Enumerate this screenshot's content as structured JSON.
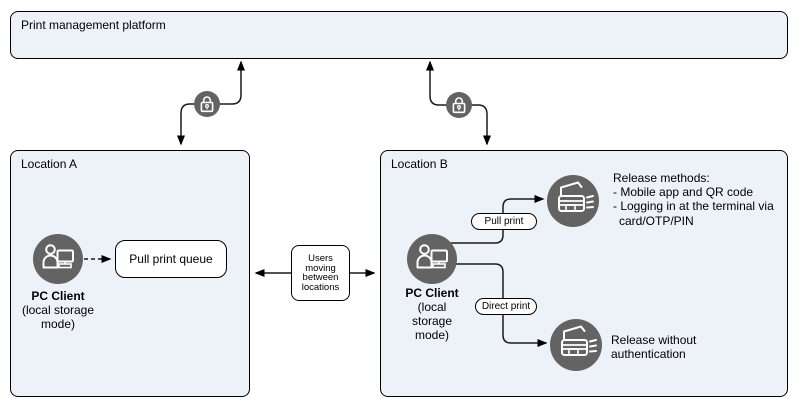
{
  "colors": {
    "canvas-bg": "#ffffff",
    "box-fill": "#edf2f8",
    "box-border": "#000000",
    "icon-circle": "#636363",
    "icon-glyph": "#ffffff",
    "connector": "#1a1a1a",
    "text": "#000000"
  },
  "platform": {
    "label": "Print management platform"
  },
  "location_a": {
    "title": "Location A",
    "pc_client": {
      "name": "PC Client",
      "mode": "(local storage mode)"
    },
    "queue_label": "Pull print queue"
  },
  "between": {
    "users_label": "Users moving between locations"
  },
  "location_b": {
    "title": "Location B",
    "pc_client": {
      "name": "PC Client",
      "mode": "(local storage mode)"
    },
    "pull_print_pill": "Pull print",
    "direct_print_pill": "Direct print",
    "release_methods": {
      "title": "Release methods:",
      "item1": "- Mobile app and QR code",
      "item2_line1": "- Logging in at the terminal via",
      "item2_line2": "card/OTP/PIN"
    },
    "release_without_auth": "Release without authentication"
  },
  "icons": {
    "secure_link": "lock-icon",
    "pc_client": "pc-client-icon",
    "printer": "printer-icon"
  }
}
